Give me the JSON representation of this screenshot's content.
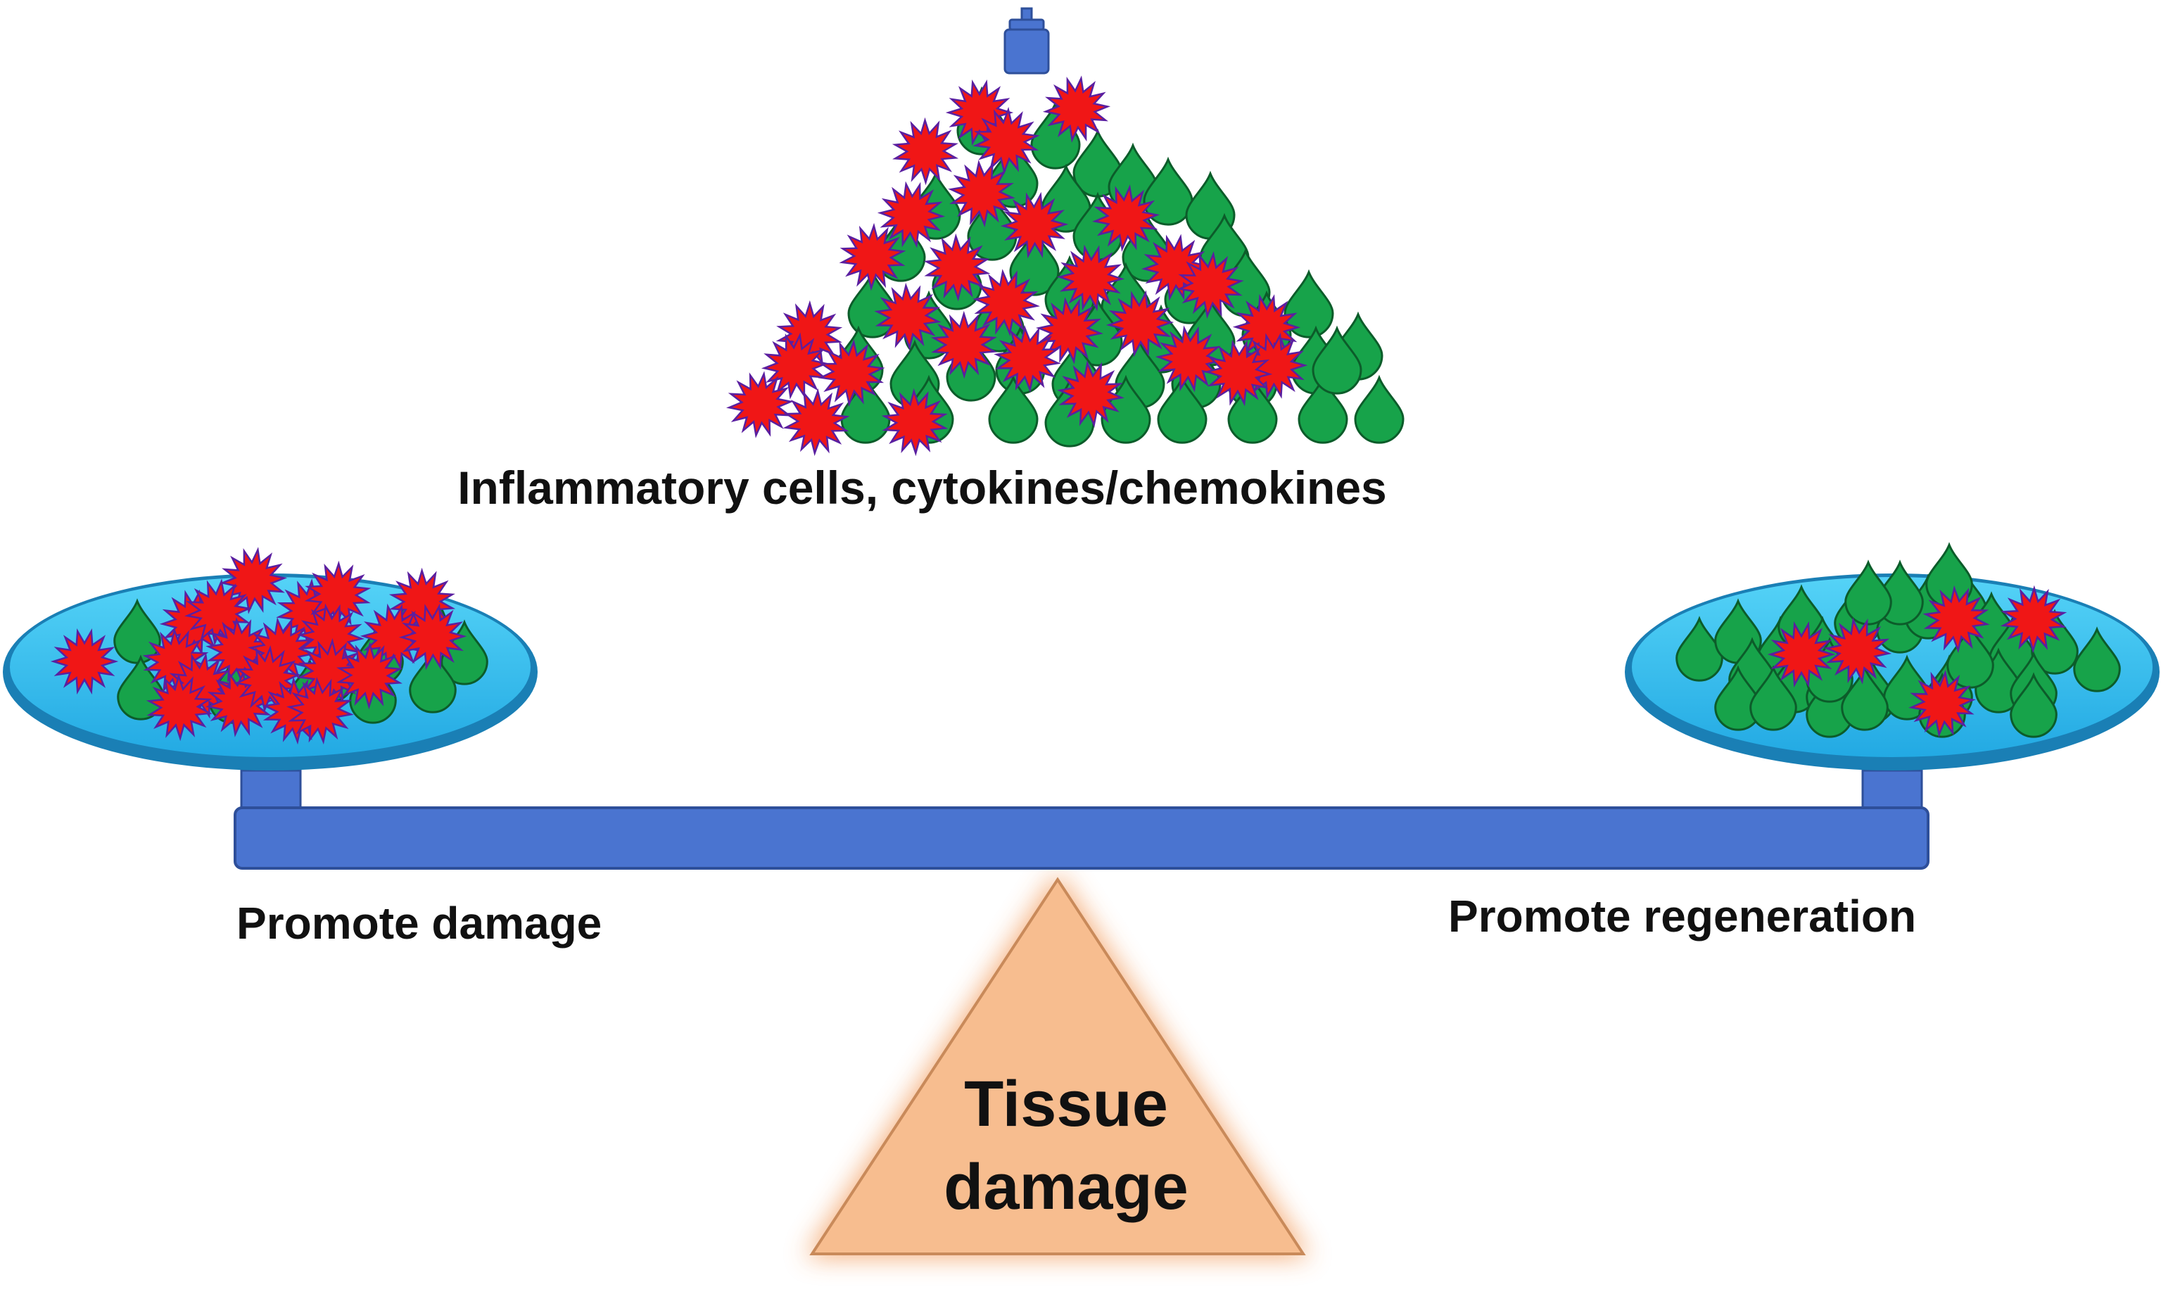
{
  "labels": {
    "top_caption": "Inflammatory cells, cytokines/chemokines",
    "left_pan": "Promote damage",
    "right_pan": "Promote regeneration",
    "fulcrum_line1": "Tissue",
    "fulcrum_line2": "damage"
  },
  "colors": {
    "beam": "#4a74d0",
    "beam_edge": "#2e4f9a",
    "pan_fill": "#36c3ef",
    "pan_edge": "#1a7fb5",
    "fulcrum": "#f7bd8f",
    "fulcrum_glow": "#f4a66d",
    "cell_green": "#17a34a",
    "cell_green_edge": "#0c5c2a",
    "cytokine_red": "#f01616",
    "cytokine_edge": "#5a1fa0",
    "weight": "#4a74d0"
  },
  "icons": [
    "cytokine-star-icon",
    "cell-drop-icon",
    "weight-icon"
  ]
}
